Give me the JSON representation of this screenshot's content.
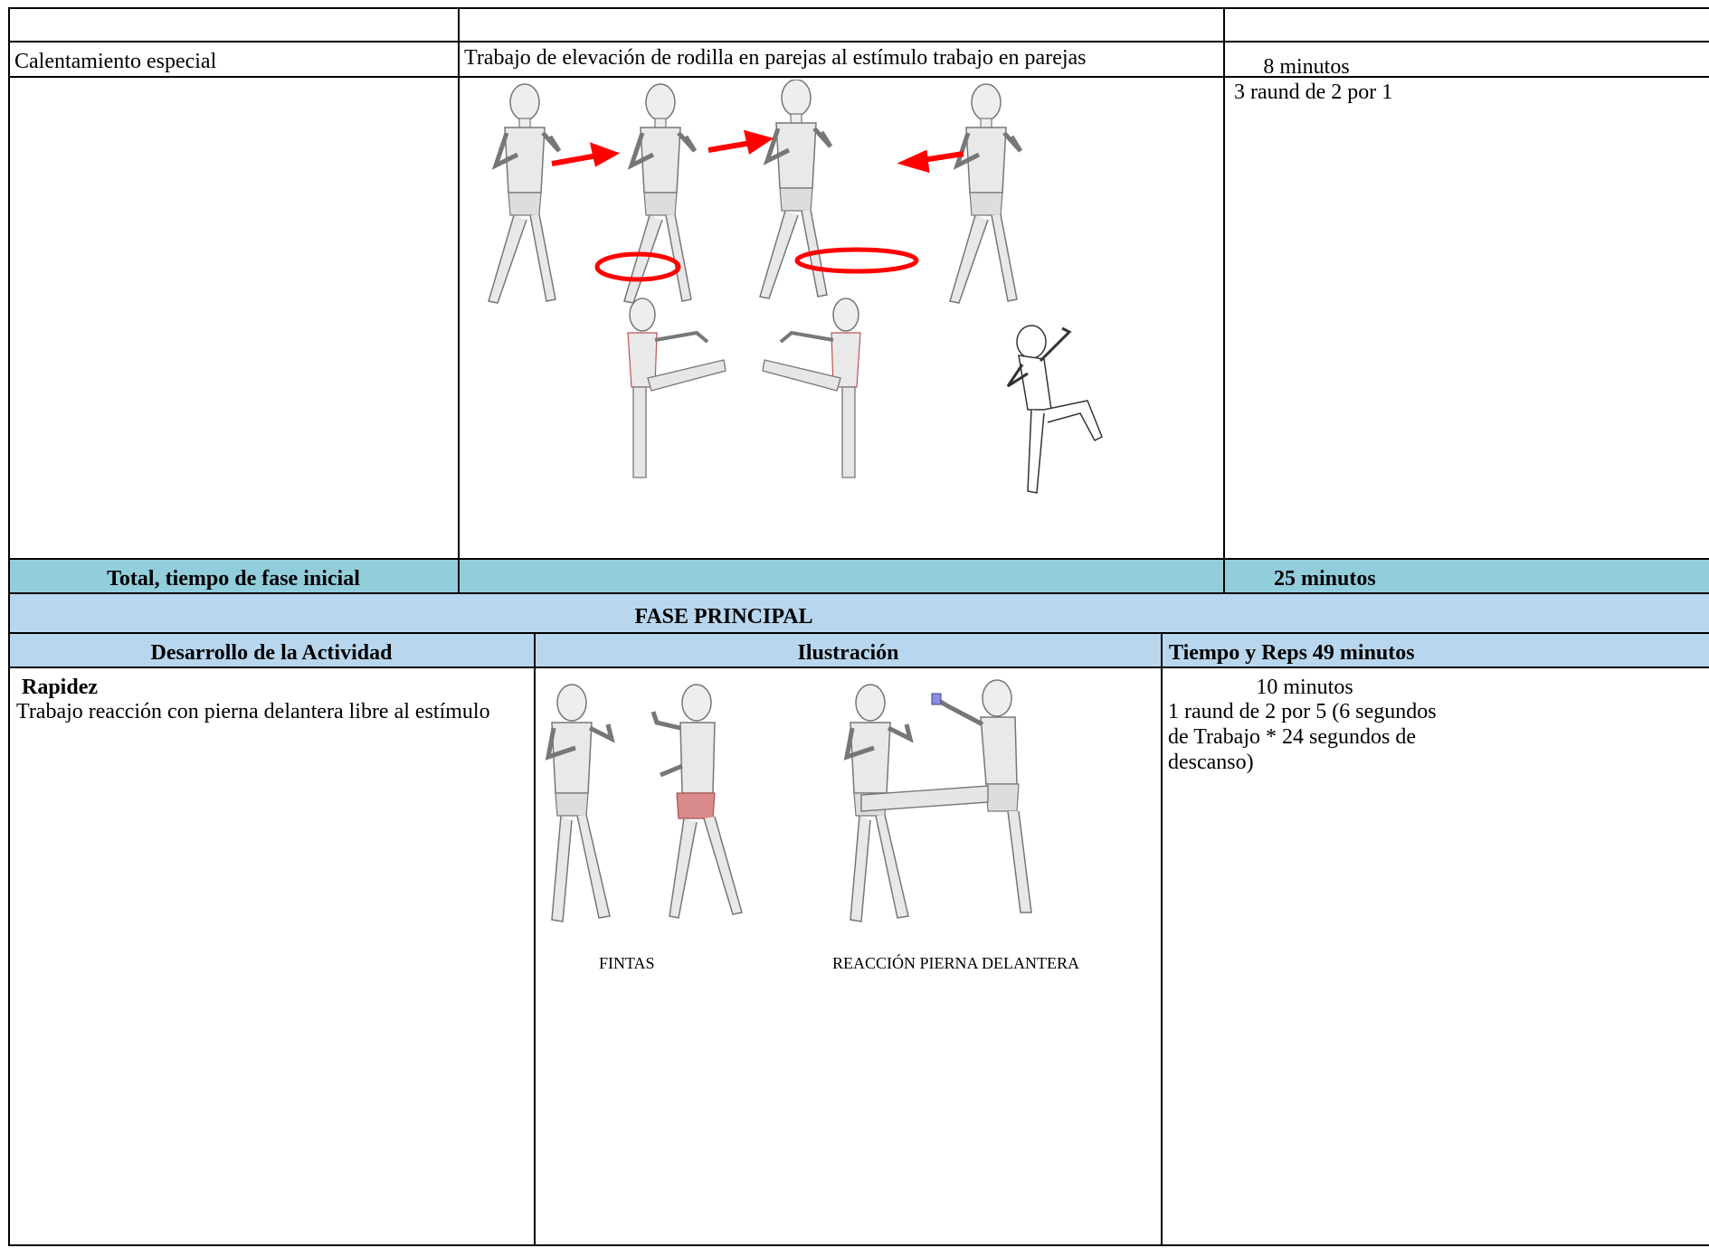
{
  "top": {
    "row1": {
      "col1": "",
      "col2": "",
      "col3": ""
    },
    "row2": {
      "activity": "Calentamiento especial",
      "description": "Trabajo de elevación de rodilla en parejas al estímulo trabajo en parejas",
      "time": "8 minutos",
      "reps": "3 raund de 2 por 1"
    },
    "total": {
      "label": "Total, tiempo de fase inicial",
      "value": "25 minutos"
    }
  },
  "phase": {
    "title": "FASE PRINCIPAL",
    "headers": {
      "activity": "Desarrollo de la Actividad",
      "illustration": "Ilustración",
      "time": "Tiempo y Reps 49 minutos"
    },
    "row": {
      "title": "Rapidez",
      "description": "Trabajo reacción con pierna delantera libre al estímulo",
      "time": "10 minutos",
      "reps": "1 raund de 2 por 5 (6 segundos de Trabajo * 24 segundos de descanso)",
      "caption_left": "FINTAS",
      "caption_right": "REACCIÓN PIERNA DELANTERA"
    }
  },
  "colors": {
    "total_bg": "#92cddc",
    "phase_bg": "#b8d7ee",
    "arrow": "#ff0000",
    "figure": "#e6e6e6"
  }
}
